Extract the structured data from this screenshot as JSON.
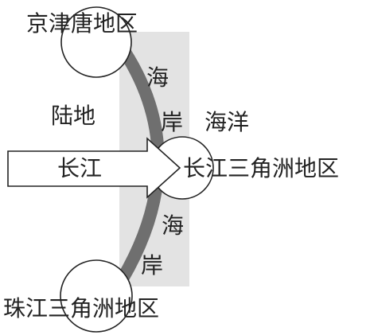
{
  "labels": {
    "jingjintang": "京津唐地区",
    "yangtze_delta": "长江三角洲地区",
    "pearl_delta": "珠江三角洲地区",
    "land": "陆地",
    "ocean": "海洋",
    "river": "长江",
    "coast_top_1": "海",
    "coast_top_2": "岸",
    "coast_bottom_1": "海",
    "coast_bottom_2": "岸"
  },
  "colors": {
    "coast_arc": "#6f6f6f",
    "shade": "#d9d9d9",
    "line": "#222222",
    "background": "#ffffff"
  }
}
